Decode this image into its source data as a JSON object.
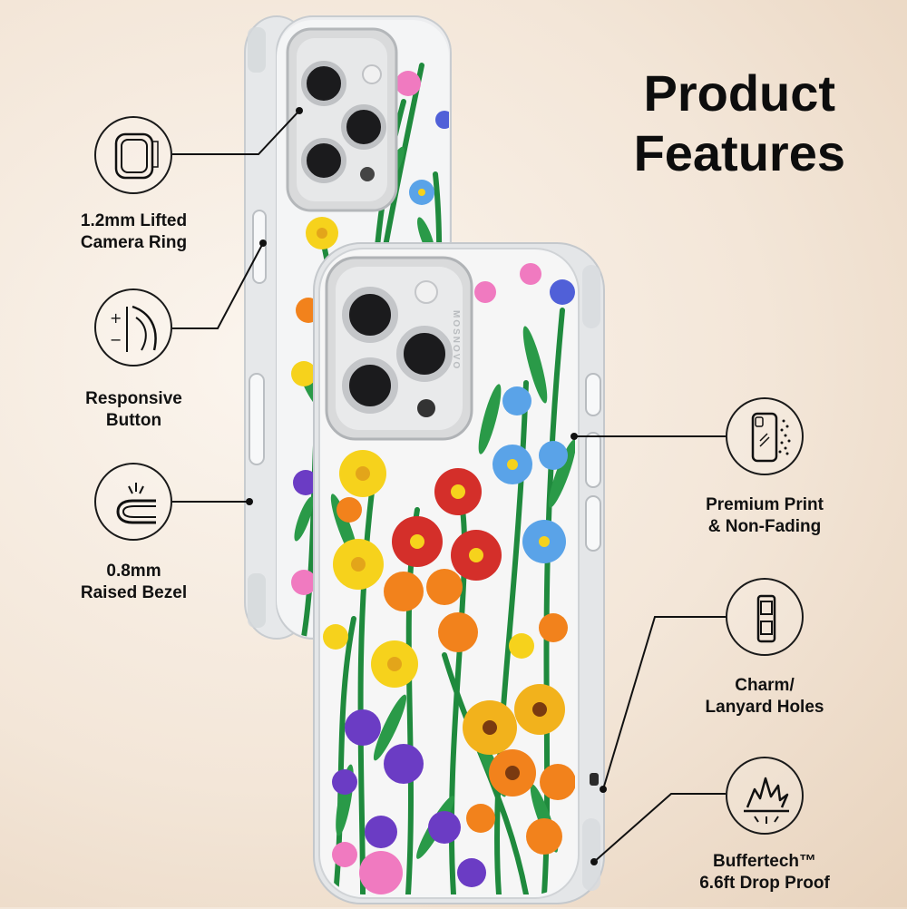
{
  "title": {
    "line1": "Product",
    "line2": "Features"
  },
  "brand": "MOSNOVO",
  "features": {
    "camera_ring": {
      "label": "1.2mm Lifted\nCamera Ring",
      "icon": "camera-ring-icon"
    },
    "responsive_button": {
      "label": "Responsive\nButton",
      "icon": "button-press-icon"
    },
    "raised_bezel": {
      "label": "0.8mm\nRaised Bezel",
      "icon": "bezel-icon"
    },
    "premium_print": {
      "label": "Premium Print\n& Non-Fading",
      "icon": "print-spray-icon"
    },
    "charm_holes": {
      "label": "Charm/\nLanyard Holes",
      "icon": "lanyard-hole-icon"
    },
    "drop_proof": {
      "label": "Buffertech™\n6.6ft Drop Proof",
      "icon": "shock-impact-icon"
    }
  },
  "colors": {
    "background": "#f3e6d8",
    "text": "#0d0d0d",
    "case_clear": "#e9ecef",
    "camera_silver": "#d9dadb",
    "leaf_green": "#1f8a3d",
    "flower_red": "#d42f2a",
    "flower_yellow": "#f6d21c",
    "flower_orange": "#f2821c",
    "flower_blue": "#5aa3e8",
    "flower_purple": "#6b3cc4",
    "flower_pink": "#f07ac0"
  }
}
